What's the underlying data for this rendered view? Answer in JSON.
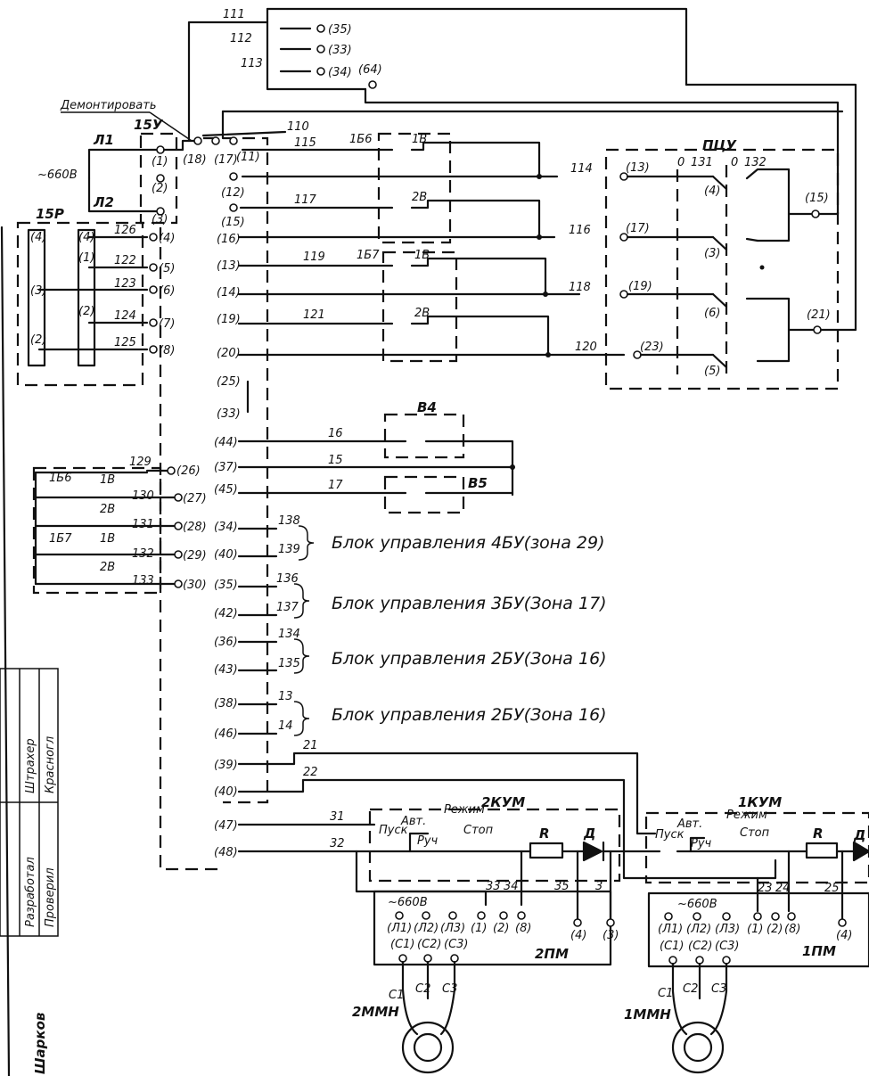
{
  "note": "Демонтировать",
  "supply": {
    "label": "~660В",
    "phases": [
      "Л1",
      "Л2"
    ]
  },
  "blocks": {
    "b15u": "15У",
    "b15r": "15Р",
    "ptsu": "ПЦУ",
    "v4": "В4",
    "v5": "В5",
    "kum2": "2КУМ",
    "kum1": "1КУМ",
    "pm2": "2ПМ",
    "pm1": "1ПМ",
    "motor2": "2ММН",
    "motor1": "1ММН"
  },
  "control_blocks": [
    {
      "text": "Блок управления 4БУ(зона 29)"
    },
    {
      "text": "Блок управления 3БУ(Зона 17)"
    },
    {
      "text": "Блок управления 2БУ(Зона 16)"
    },
    {
      "text": "Блок управления 2БУ(Зона 16)"
    }
  ],
  "top_wires": [
    "111",
    "112",
    "113",
    "110"
  ],
  "top_terms": [
    "(35)",
    "(33)",
    "(34)",
    "(64)"
  ],
  "center_terms": [
    "(18)",
    "(17)",
    "(11)",
    "(12)",
    "(15)",
    "(16)",
    "(13)",
    "(14)",
    "(19)",
    "(20)",
    "(25)",
    "(33)",
    "(44)",
    "(37)",
    "(45)",
    "(34)",
    "(40)",
    "(35)",
    "(42)",
    "(36)",
    "(43)",
    "(38)",
    "(46)",
    "(39)",
    "(40)",
    "(47)",
    "(48)"
  ],
  "relay_wires": [
    "115",
    "117",
    "119",
    "121",
    "114",
    "116",
    "118",
    "120",
    "16",
    "15",
    "17"
  ],
  "relay_contacts": [
    "1Б6",
    "1В",
    "2В",
    "1Б7",
    "1В",
    "2В"
  ],
  "ptsu_terms": [
    "(13)",
    "(17)",
    "(19)",
    "(23)",
    "(4)",
    "(3)",
    "(6)",
    "(5)",
    "(15)",
    "(21)",
    "131",
    "132",
    "0",
    "0"
  ],
  "left_wires": [
    "126",
    "122",
    "123",
    "124",
    "125"
  ],
  "left_terms": [
    "(4)",
    "(5)",
    "(6)",
    "(7)",
    "(8)"
  ],
  "r15_terms": [
    "(4)",
    "(4)",
    "(1)",
    "(3)",
    "(2)",
    "(2)"
  ],
  "b15u_terms": [
    "(1)",
    "(2)",
    "(3)"
  ],
  "lower_left_wires": [
    "129",
    "130",
    "131",
    "132",
    "133"
  ],
  "lower_left_terms": [
    "(26)",
    "(27)",
    "(28)",
    "(29)",
    "(30)"
  ],
  "lower_left_contacts": [
    "1Б6",
    "1В",
    "2В",
    "1Б7",
    "1В",
    "2В"
  ],
  "bracket_wires": [
    "138",
    "139",
    "136",
    "137",
    "134",
    "135",
    "13",
    "14"
  ],
  "kum_wires": [
    "21",
    "22",
    "31",
    "32",
    "33",
    "34",
    "35",
    "3",
    "23",
    "24",
    "25"
  ],
  "kum_labels": {
    "auto": "Авт.",
    "mode": "Режим",
    "start": "Пуск",
    "manual": "Руч",
    "stop": "Стоп",
    "r": "R",
    "d": "Д"
  },
  "pm_terms": [
    "(Л1)",
    "(Л2)",
    "(Л3)",
    "(1)",
    "(2)",
    "(8)",
    "(4)",
    "(3)",
    "(С1)",
    "(С2)",
    "(С3)"
  ],
  "motor_leads": [
    "С1",
    "С2",
    "С3"
  ],
  "title_block": [
    "Проверил",
    "Разработал",
    "Красногл",
    "Штрахер",
    "Шарков"
  ]
}
